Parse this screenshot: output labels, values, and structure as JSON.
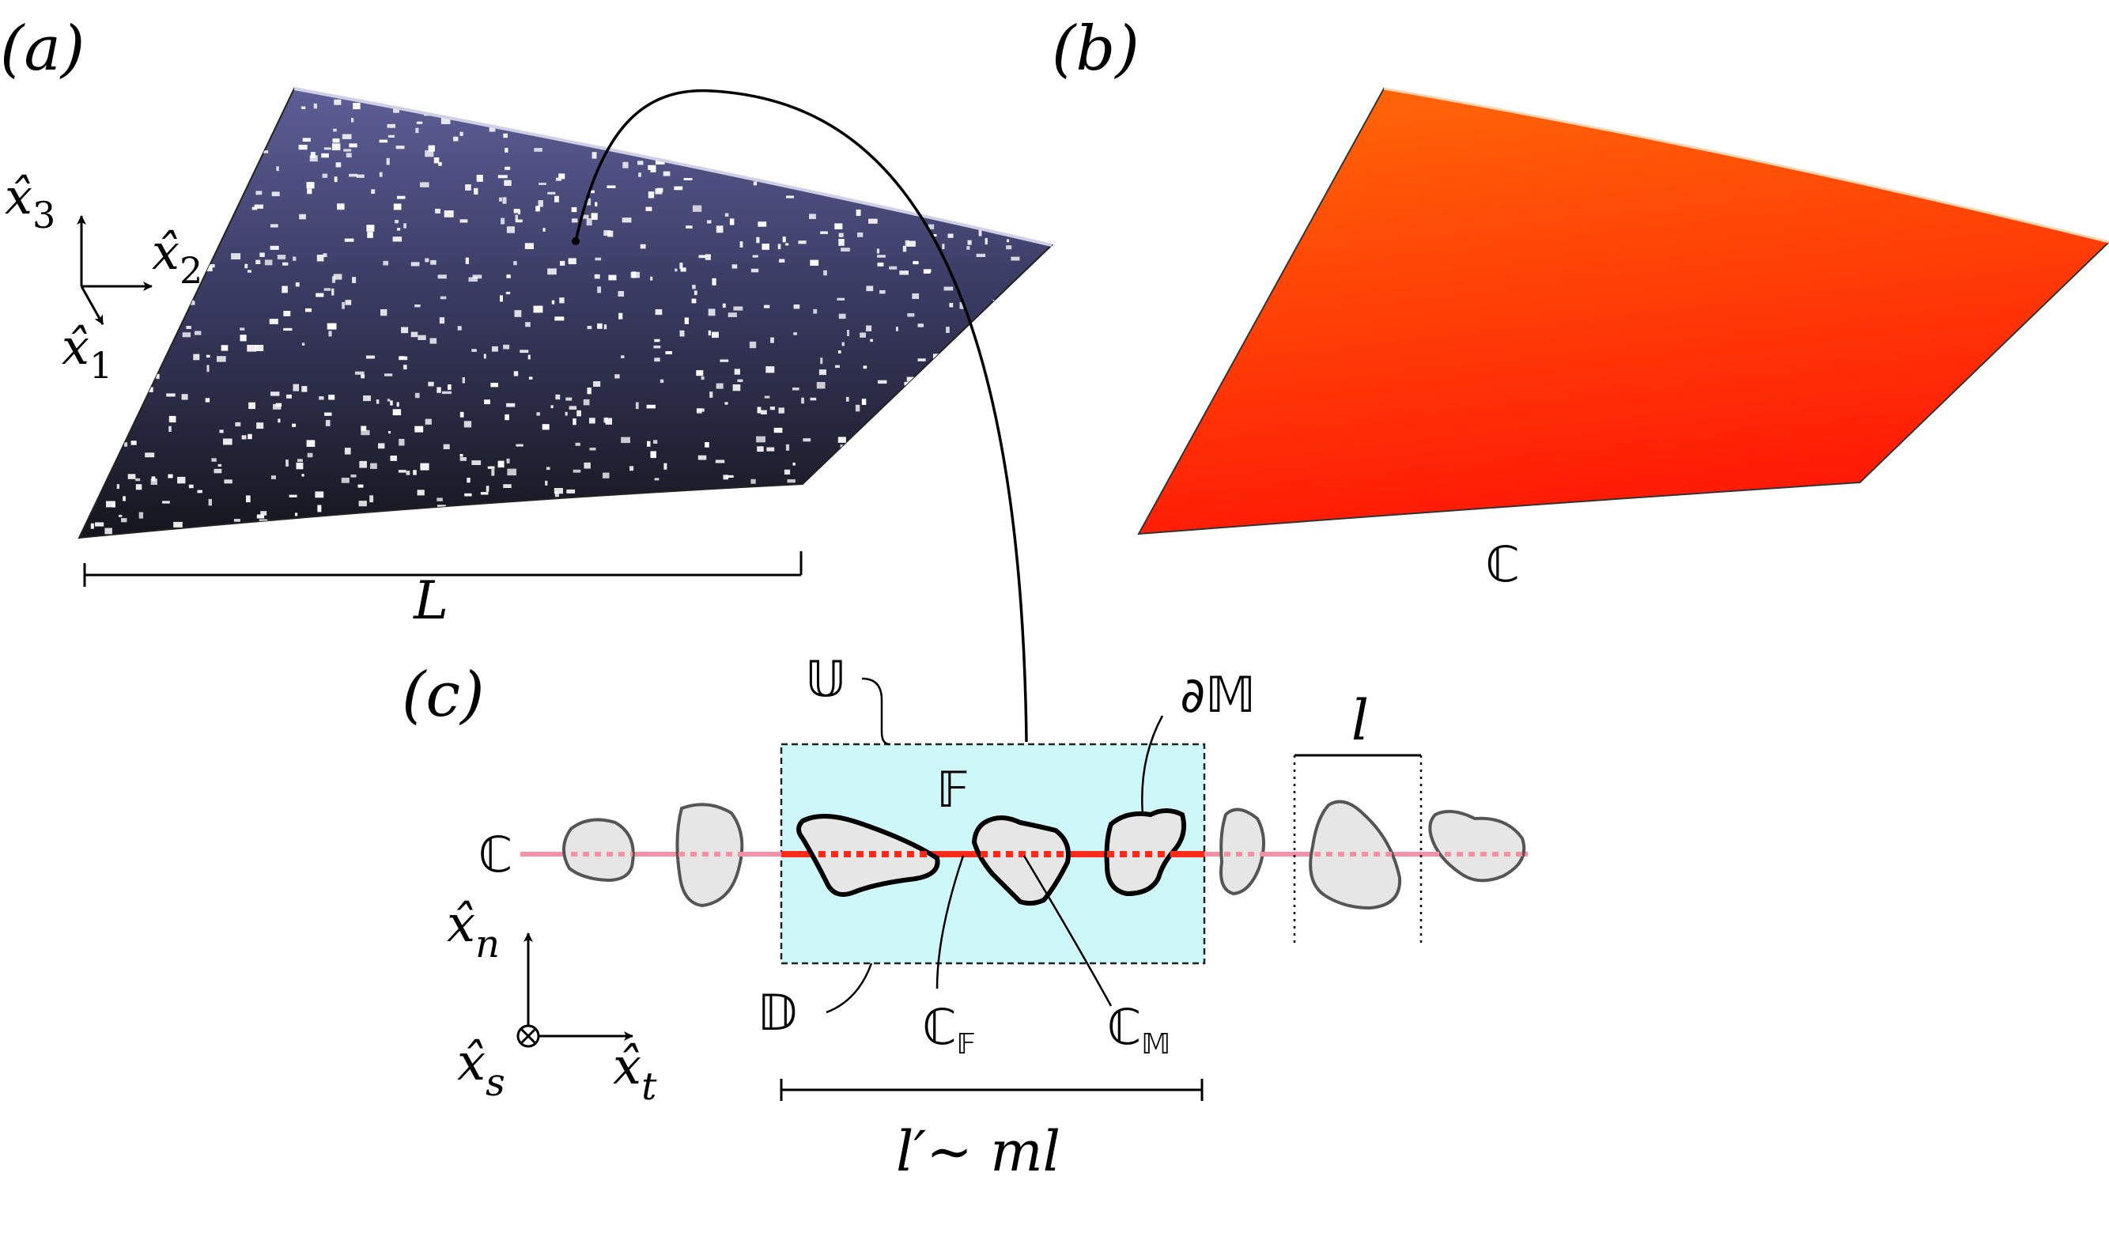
{
  "panel_a": {
    "label": "(a)",
    "axes": {
      "x3": {
        "base": "x̂",
        "sub": "3"
      },
      "x2": {
        "base": "x̂",
        "sub": "2"
      },
      "x1": {
        "base": "x̂",
        "sub": "1"
      }
    },
    "length_label": "L"
  },
  "panel_b": {
    "label": "(b)",
    "surface_label": "ℂ",
    "colors": {
      "top": "#ff6a08",
      "bottom": "#ff1a05"
    }
  },
  "panel_c": {
    "label": "(c)",
    "U": "𝕌",
    "F": "𝔽",
    "dM": "∂𝕄",
    "l": "l",
    "C": "ℂ",
    "D": "𝔻",
    "CF": {
      "base": "ℂ",
      "sub": "𝔽"
    },
    "CM": {
      "base": "ℂ",
      "sub": "𝕄"
    },
    "axes": {
      "xn": {
        "base": "x̂",
        "sub": "n"
      },
      "xs": {
        "base": "x̂",
        "sub": "s"
      },
      "xt": {
        "base": "x̂",
        "sub": "t"
      }
    },
    "scale": "l′∼ ml",
    "colors": {
      "box_fill": "#cdf7f8",
      "crack_dark": "#ff2a1a",
      "crack_light": "#f78fa6",
      "grain_fill": "#e6e6e6",
      "grain_stroke": "#555555"
    }
  }
}
